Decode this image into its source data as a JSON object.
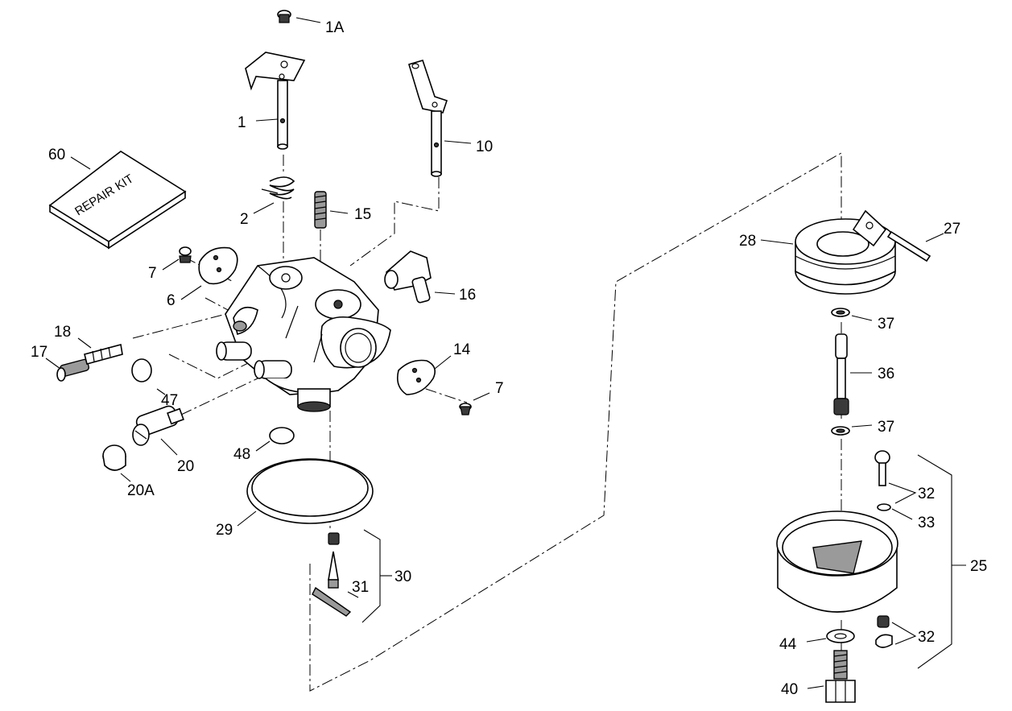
{
  "labels": {
    "l1A": "1A",
    "l1": "1",
    "l10": "10",
    "l60": "60",
    "l2": "2",
    "l15": "15",
    "l7a": "7",
    "l6": "6",
    "l16": "16",
    "l18": "18",
    "l17": "17",
    "l14": "14",
    "l47": "47",
    "l7b": "7",
    "l20": "20",
    "l48": "48",
    "l20A": "20A",
    "l29": "29",
    "l30": "30",
    "l31": "31",
    "l28": "28",
    "l27": "27",
    "l37a": "37",
    "l36": "36",
    "l37b": "37",
    "l32a": "32",
    "l33": "33",
    "l25": "25",
    "l44": "44",
    "l32b": "32",
    "l40": "40"
  },
  "kit_text": "REPAIR  KIT"
}
